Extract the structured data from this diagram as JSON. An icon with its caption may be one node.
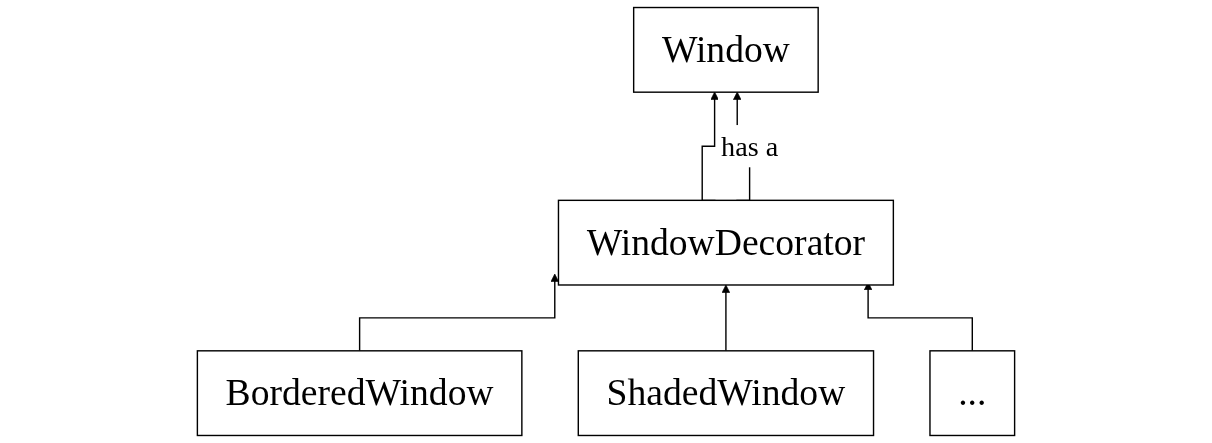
{
  "diagram": {
    "nodes": [
      {
        "text": [
          "Window"
        ]
      },
      {
        "text": [
          "WindowDecorator"
        ]
      },
      {
        "text": [
          "BorderedWindow"
        ]
      },
      {
        "text": [
          "ShadedWindow"
        ]
      },
      {
        "text": [
          "..."
        ]
      }
    ],
    "edges": [
      {
        "from": 1,
        "to": 0,
        "arrow": "to"
      },
      {
        "from": 1,
        "to": 0,
        "arrow": "to",
        "label": "has a"
      },
      {
        "from": 2,
        "to": 1,
        "arrow": "to"
      },
      {
        "from": 3,
        "to": 1,
        "arrow": "to"
      },
      {
        "from": 4,
        "to": 1,
        "arrow": "to"
      }
    ]
  }
}
